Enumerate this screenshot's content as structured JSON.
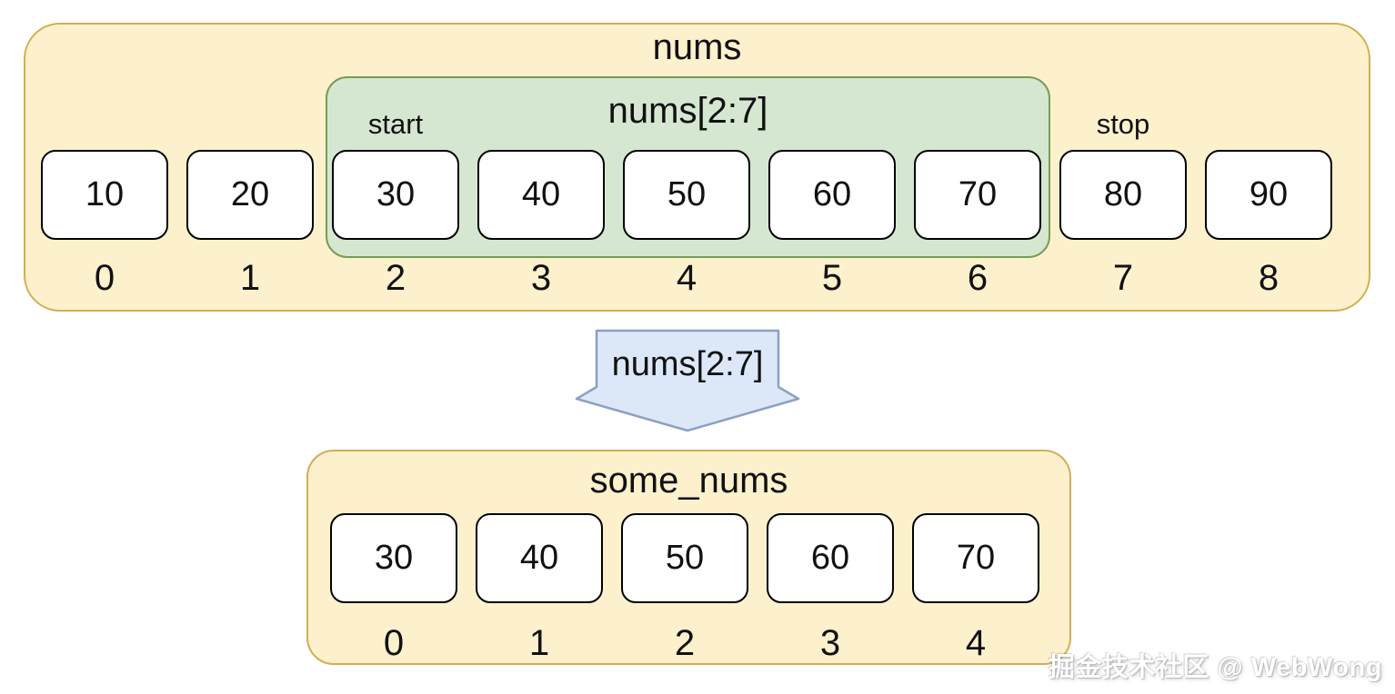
{
  "colors": {
    "array_fill": "#fcf1cc",
    "array_border": "#d2ae55",
    "slice_fill": "#d6e7d1",
    "slice_border": "#769c55",
    "arrow_fill": "#dce8f8",
    "arrow_border": "#8ba1c4",
    "cell_fill": "#ffffff",
    "cell_border": "#000000",
    "text_color": "#111111"
  },
  "top_array": {
    "title": "nums",
    "slice": {
      "label": "nums[2:7]",
      "start_label": "start",
      "stop_label": "stop"
    },
    "cells": [
      {
        "value": "10",
        "index": "0"
      },
      {
        "value": "20",
        "index": "1"
      },
      {
        "value": "30",
        "index": "2"
      },
      {
        "value": "40",
        "index": "3"
      },
      {
        "value": "50",
        "index": "4"
      },
      {
        "value": "60",
        "index": "5"
      },
      {
        "value": "70",
        "index": "6"
      },
      {
        "value": "80",
        "index": "7"
      },
      {
        "value": "90",
        "index": "8"
      }
    ]
  },
  "arrow": {
    "label": "nums[2:7]"
  },
  "bottom_array": {
    "title": "some_nums",
    "cells": [
      {
        "value": "30",
        "index": "0"
      },
      {
        "value": "40",
        "index": "1"
      },
      {
        "value": "50",
        "index": "2"
      },
      {
        "value": "60",
        "index": "3"
      },
      {
        "value": "70",
        "index": "4"
      }
    ]
  },
  "watermark": "掘金技术社区 @ WebWong"
}
